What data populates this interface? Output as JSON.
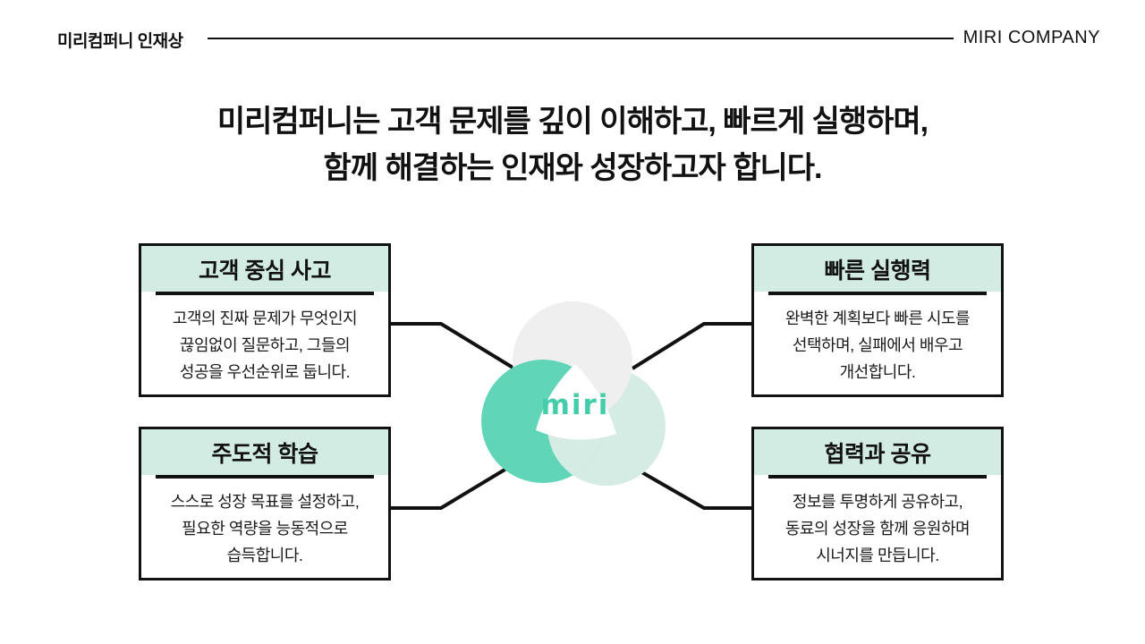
{
  "header": {
    "label": "미리컴퍼니 인재상",
    "company": "MIRI COMPANY"
  },
  "title": {
    "line1": "미리컴퍼니는 고객 문제를 깊이 이해하고, 빠르게 실행하며,",
    "line2": "함께 해결하는 인재와 성장하고자 합니다."
  },
  "logo": {
    "text": "miri"
  },
  "boxes": [
    {
      "title": "고객 중심 사고",
      "lines": [
        "고객의 진짜 문제가 무엇인지",
        "끊임없이 질문하고, 그들의",
        "성공을 우선순위로 둡니다."
      ]
    },
    {
      "title": "빠른 실행력",
      "lines": [
        "완벽한 계획보다 빠른 시도를",
        "선택하며, 실패에서 배우고",
        "개선합니다."
      ]
    },
    {
      "title": "주도적 학습",
      "lines": [
        "스스로 성장 목표를 설정하고,",
        "필요한 역량을 능동적으로",
        "습득합니다."
      ]
    },
    {
      "title": "협력과 공유",
      "lines": [
        "정보를 투명하게 공유하고,",
        "동료의 성장을 함께 응원하며",
        "시너지를 만듭니다."
      ]
    }
  ],
  "colors": {
    "ink": "#111111",
    "header_band": "#d2ebe3",
    "circle_teal": "#60d5b8",
    "circle_mint": "#d5ece5",
    "circle_gray": "#efefef",
    "logo_text": "#44cdaa",
    "background": "#ffffff"
  }
}
